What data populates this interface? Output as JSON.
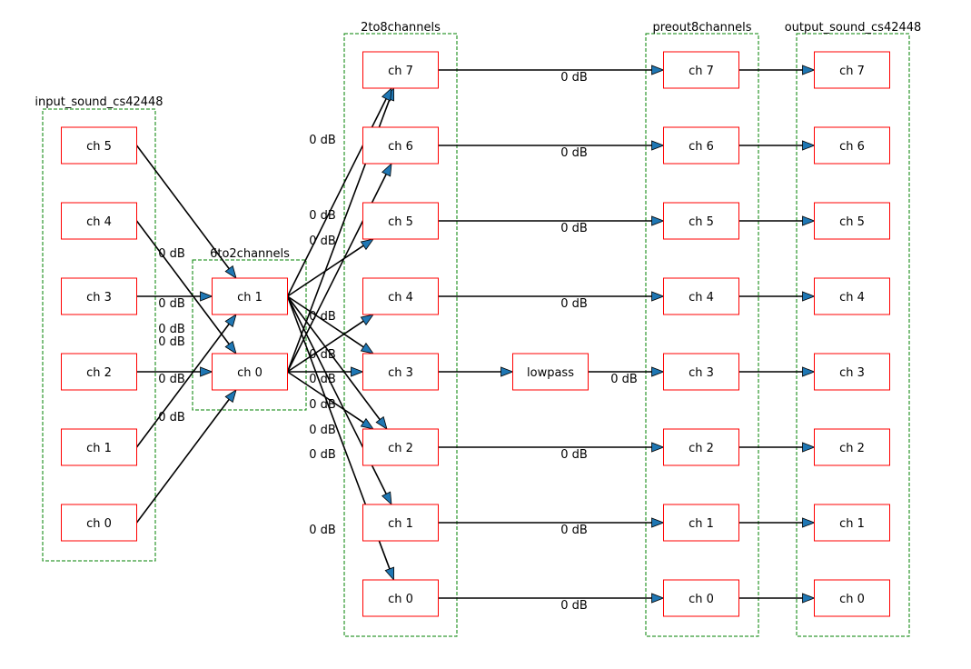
{
  "colors": {
    "group_border": "#008000",
    "node_border": "#ff0000",
    "edge": "#000000",
    "arrowhead": "#1f77b4"
  },
  "groups": [
    {
      "id": "in",
      "title": "input_sound_cs42448"
    },
    {
      "id": "g62",
      "title": "6to2channels"
    },
    {
      "id": "g28",
      "title": "2to8channels"
    },
    {
      "id": "pre",
      "title": "preout8channels"
    },
    {
      "id": "out",
      "title": "output_sound_cs42448"
    }
  ],
  "nodes": [
    {
      "id": "in5",
      "label": "ch 5"
    },
    {
      "id": "in4",
      "label": "ch 4"
    },
    {
      "id": "in3",
      "label": "ch 3"
    },
    {
      "id": "in2",
      "label": "ch 2"
    },
    {
      "id": "in1",
      "label": "ch 1"
    },
    {
      "id": "in0",
      "label": "ch 0"
    },
    {
      "id": "a1",
      "label": "ch 1"
    },
    {
      "id": "a0",
      "label": "ch 0"
    },
    {
      "id": "b7",
      "label": "ch 7"
    },
    {
      "id": "b6",
      "label": "ch 6"
    },
    {
      "id": "b5",
      "label": "ch 5"
    },
    {
      "id": "b4",
      "label": "ch 4"
    },
    {
      "id": "b3",
      "label": "ch 3"
    },
    {
      "id": "b2",
      "label": "ch 2"
    },
    {
      "id": "b1",
      "label": "ch 1"
    },
    {
      "id": "b0",
      "label": "ch 0"
    },
    {
      "id": "lp",
      "label": "lowpass"
    },
    {
      "id": "p7",
      "label": "ch 7"
    },
    {
      "id": "p6",
      "label": "ch 6"
    },
    {
      "id": "p5",
      "label": "ch 5"
    },
    {
      "id": "p4",
      "label": "ch 4"
    },
    {
      "id": "p3",
      "label": "ch 3"
    },
    {
      "id": "p2",
      "label": "ch 2"
    },
    {
      "id": "p1",
      "label": "ch 1"
    },
    {
      "id": "p0",
      "label": "ch 0"
    },
    {
      "id": "o7",
      "label": "ch 7"
    },
    {
      "id": "o6",
      "label": "ch 6"
    },
    {
      "id": "o5",
      "label": "ch 5"
    },
    {
      "id": "o4",
      "label": "ch 4"
    },
    {
      "id": "o3",
      "label": "ch 3"
    },
    {
      "id": "o2",
      "label": "ch 2"
    },
    {
      "id": "o1",
      "label": "ch 1"
    },
    {
      "id": "o0",
      "label": "ch 0"
    }
  ],
  "edges": [
    {
      "from": "in5",
      "to": "a1",
      "label": "0 dB"
    },
    {
      "from": "in3",
      "to": "a1",
      "label": "0 dB"
    },
    {
      "from": "in1",
      "to": "a1",
      "label": "0 dB"
    },
    {
      "from": "in4",
      "to": "a0",
      "label": "0 dB"
    },
    {
      "from": "in2",
      "to": "a0",
      "label": "0 dB"
    },
    {
      "from": "in0",
      "to": "a0",
      "label": "0 dB"
    },
    {
      "from": "a0",
      "to": "b7",
      "label": "0 dB"
    },
    {
      "from": "a1",
      "to": "b7",
      "label": ""
    },
    {
      "from": "a0",
      "to": "b6",
      "label": "0 dB"
    },
    {
      "from": "a1",
      "to": "b5",
      "label": "0 dB"
    },
    {
      "from": "a0",
      "to": "b4",
      "label": "0 dB"
    },
    {
      "from": "a1",
      "to": "b3",
      "label": "0 dB"
    },
    {
      "from": "a0",
      "to": "b3",
      "label": "0 dB"
    },
    {
      "from": "a1",
      "to": "b2",
      "label": "0 dB"
    },
    {
      "from": "a0",
      "to": "b2",
      "label": "0 dB"
    },
    {
      "from": "a1",
      "to": "b1",
      "label": "0 dB"
    },
    {
      "from": "a1",
      "to": "b0",
      "label": "0 dB"
    },
    {
      "from": "b7",
      "to": "p7",
      "label": "0 dB"
    },
    {
      "from": "b6",
      "to": "p6",
      "label": "0 dB"
    },
    {
      "from": "b5",
      "to": "p5",
      "label": "0 dB"
    },
    {
      "from": "b4",
      "to": "p4",
      "label": "0 dB"
    },
    {
      "from": "b3",
      "to": "lp",
      "label": ""
    },
    {
      "from": "lp",
      "to": "p3",
      "label": "0 dB"
    },
    {
      "from": "b2",
      "to": "p2",
      "label": "0 dB"
    },
    {
      "from": "b1",
      "to": "p1",
      "label": "0 dB"
    },
    {
      "from": "b0",
      "to": "p0",
      "label": "0 dB"
    },
    {
      "from": "p7",
      "to": "o7",
      "label": ""
    },
    {
      "from": "p6",
      "to": "o6",
      "label": ""
    },
    {
      "from": "p5",
      "to": "o5",
      "label": ""
    },
    {
      "from": "p4",
      "to": "o4",
      "label": ""
    },
    {
      "from": "p3",
      "to": "o3",
      "label": ""
    },
    {
      "from": "p2",
      "to": "o2",
      "label": ""
    },
    {
      "from": "p1",
      "to": "o1",
      "label": ""
    },
    {
      "from": "p0",
      "to": "o0",
      "label": ""
    }
  ]
}
